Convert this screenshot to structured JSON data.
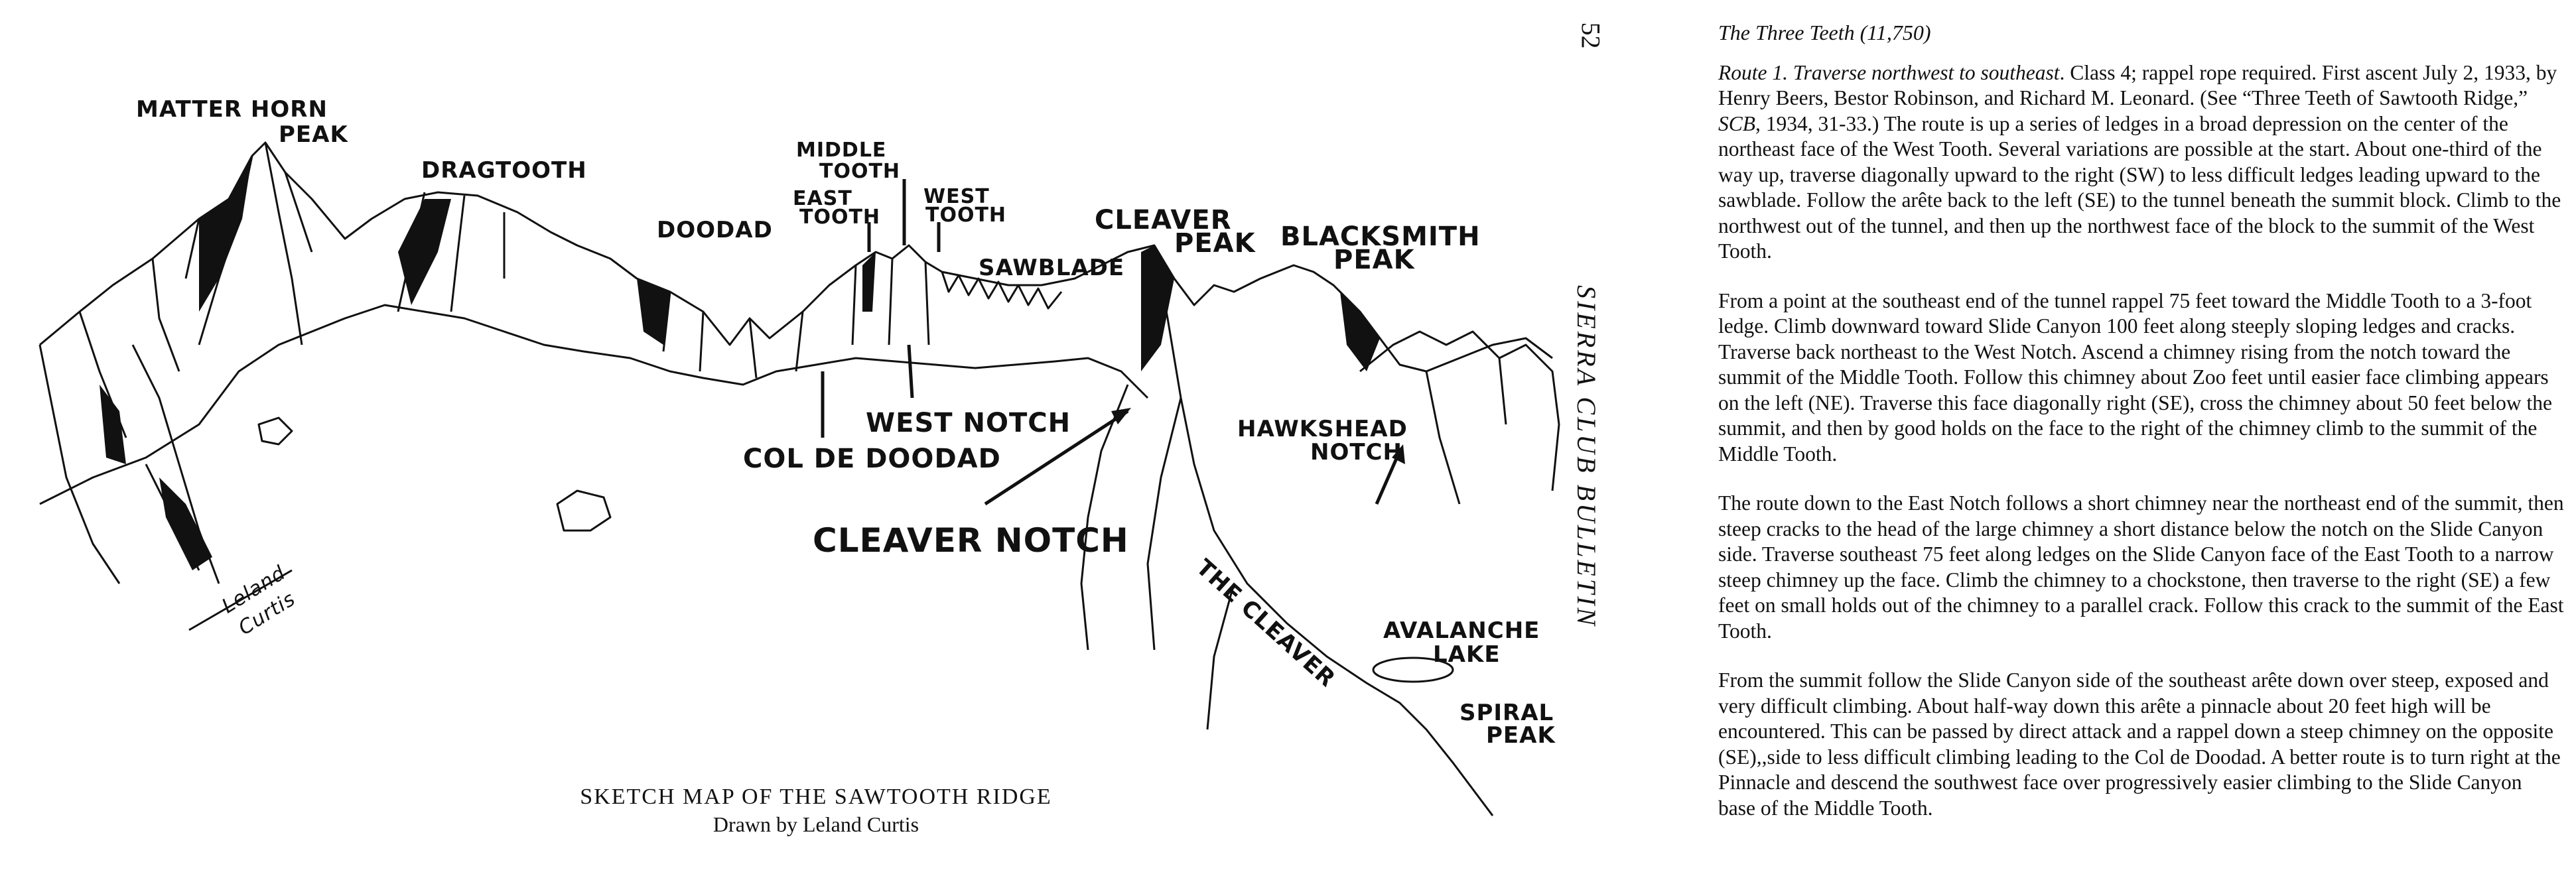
{
  "map": {
    "labels": {
      "matterhorn": "MATTER HORN",
      "matterhorn_peak": "PEAK",
      "dragtooth": "DRAGTOOTH",
      "doodad": "DOODAD",
      "middle_tooth_1": "MIDDLE",
      "middle_tooth_2": "TOOTH",
      "east_tooth_1": "EAST",
      "east_tooth_2": "TOOTH",
      "west_tooth_1": "WEST",
      "west_tooth_2": "TOOTH",
      "sawblade": "SAWBLADE",
      "cleaver_peak_1": "CLEAVER",
      "cleaver_peak_2": "PEAK",
      "blacksmith_peak_1": "BLACKSMITH",
      "blacksmith_peak_2": "PEAK",
      "west_notch": "WEST NOTCH",
      "col_de_doodad": "COL DE DOODAD",
      "hawkshead_notch_1": "HAWKSHEAD",
      "hawkshead_notch_2": "NOTCH",
      "cleaver_notch": "CLEAVER NOTCH",
      "the_cleaver": "THE CLEAVER",
      "avalanche_lake_1": "AVALANCHE",
      "avalanche_lake_2": "LAKE",
      "spiral_peak_1": "SPIRAL",
      "spiral_peak_2": "PEAK"
    },
    "signature_1": "Leland",
    "signature_2": "Curtis",
    "caption_title": "SKETCH MAP OF THE SAWTOOTH RIDGE",
    "caption_credit": "Drawn by Leland Curtis"
  },
  "running_head": {
    "page_number": "52",
    "publication": "SIERRA CLUB BULLETIN"
  },
  "article": {
    "heading": "The Three Teeth (11,750)",
    "p1_route": "Route 1. Traverse northwest to southeast",
    "p1_a": ". Class 4; rappel rope required. First ascent July 2, 1933, by Henry Beers, Bestor Robinson, and Richard M. Leonard. (See “Three Teeth of Sawtooth Ridge,” ",
    "p1_scb": "SCB",
    "p1_b": ", 1934, 31-33.) The route is up a series of ledges in a broad depression on the center of the northeast face of the West Tooth. Several variations are possible at the start. About one-third of the way up, traverse diagonally upward to the right (SW) to less difficult ledges leading upward to the sawblade. Follow the arête back to the left (SE) to the tunnel beneath the summit block. Climb to the northwest out of the tunnel, and then up the northwest face of the block to the summit of the West Tooth.",
    "p2": "From a point at the southeast end of the tunnel rappel 75 feet toward the Middle Tooth to a 3-foot ledge. Climb downward toward Slide Canyon 100 feet along steeply sloping ledges and cracks. Traverse back northeast to the West Notch. Ascend a chimney rising from the notch toward the summit of the Middle Tooth. Follow this chimney about Zoo feet until easier face climbing appears on the left (NE). Traverse this face diagonally right (SE), cross the chimney about 50 feet below the summit, and then by good holds on the face to the right of the chimney climb to the summit of the Middle Tooth.",
    "p3": "The route down to the East Notch follows a short chimney near the northeast end of the summit, then steep cracks to the head of the large chimney a short distance below the notch on the Slide Canyon side. Traverse southeast 75 feet along ledges on the Slide Canyon face of the East Tooth to a narrow steep chimney up the face. Climb the chimney to a chockstone, then traverse to the right (SE) a few feet on small holds out of the chimney to a parallel crack. Follow this crack to the summit of the East Tooth.",
    "p4": "From the summit follow the Slide Canyon side of the southeast arête down over steep, exposed and very difficult climbing. About half-way down this arête a pinnacle about 20 feet high will be encountered. This can be passed by direct attack and a rappel down a steep chimney on the opposite (SE),,side to less difficult climbing leading to the Col de Doodad. A better route is to turn right at the Pinnacle and descend the southwest face over progressively easier climbing to the Slide Canyon base of the Middle Tooth."
  }
}
